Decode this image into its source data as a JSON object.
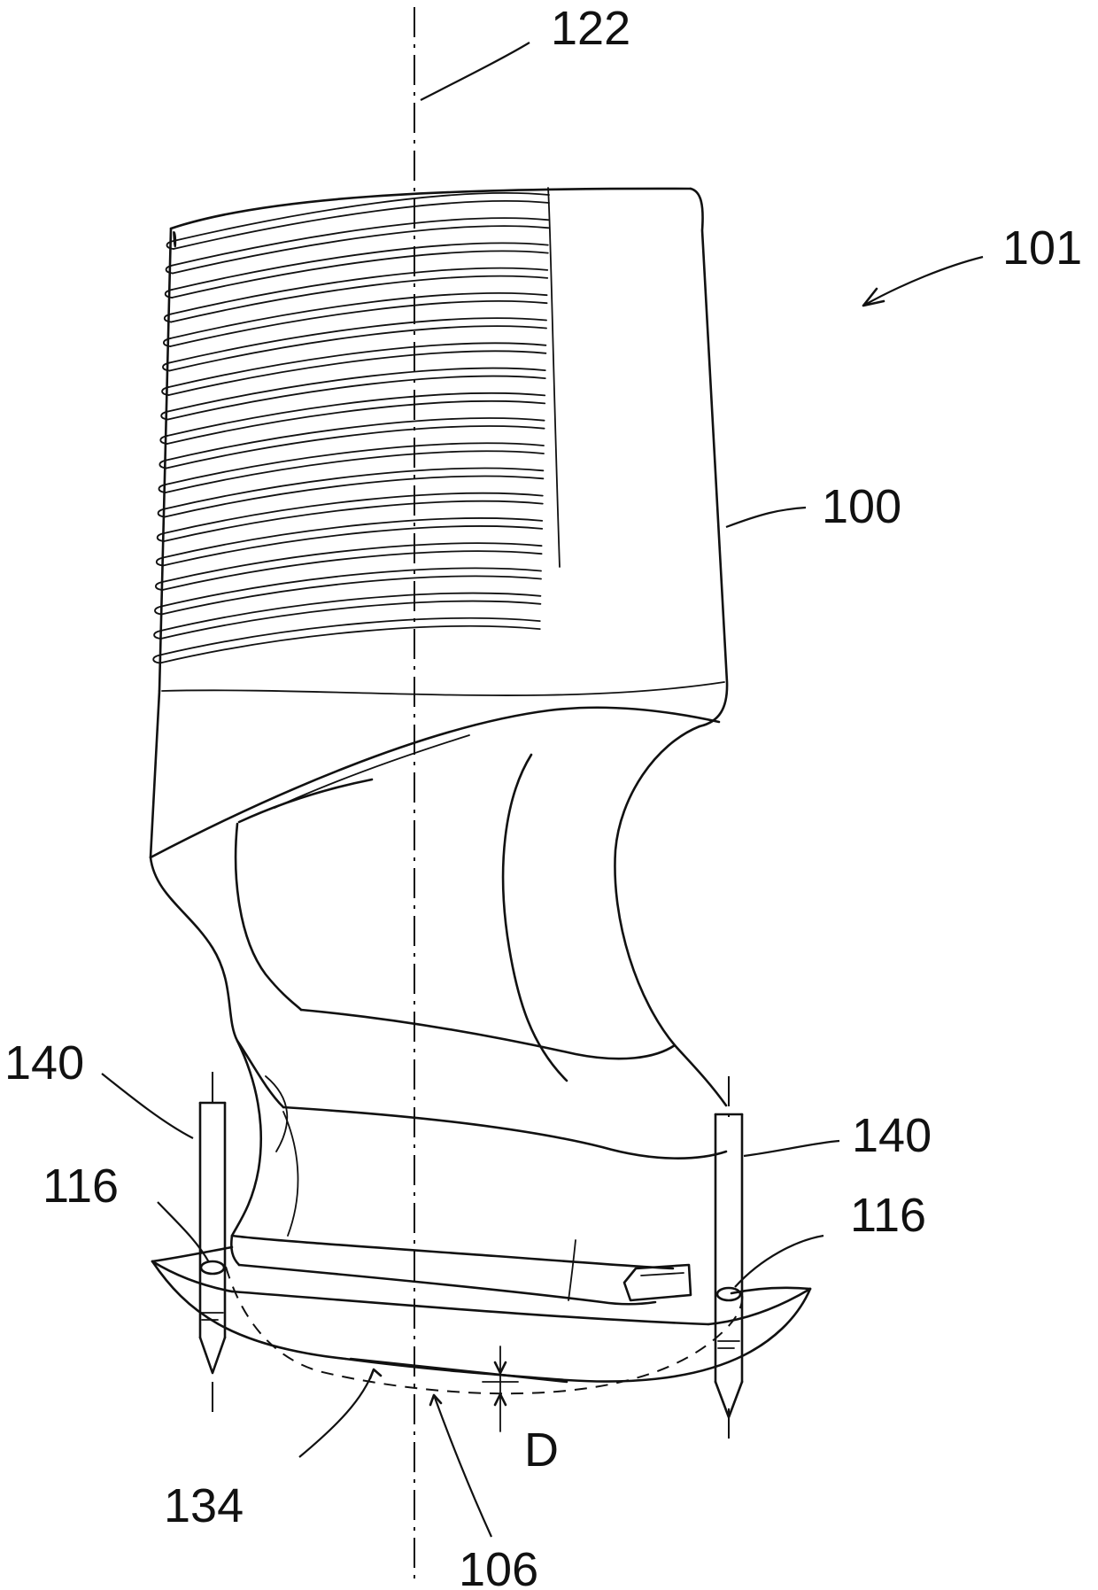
{
  "figure": {
    "labels": {
      "axis": "122",
      "assembly": "101",
      "body": "100",
      "pin_left": "140",
      "pin_right": "140",
      "hole_left": "116",
      "hole_right": "116",
      "surface": "134",
      "bottom": "106",
      "depth": "D"
    }
  }
}
